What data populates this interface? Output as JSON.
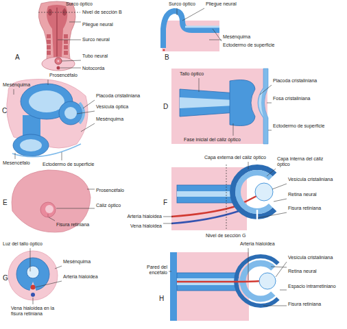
{
  "diagram": {
    "labels": [
      "Surco óptico",
      "Nivel de sección B",
      "Pliegue neural",
      "Surco neural",
      "Tubo neural",
      "Notocorda",
      "A",
      "Surco óptico",
      "Pliegue neural",
      "Mesénquima",
      "Ectodermo de superficie",
      "B",
      "Mesénquima",
      "Prosencéfalo",
      "Placoda cristaliniana",
      "Vesícula óptica",
      "Mesénquima",
      "Mesencéfalo",
      "Ectodermo de superficie",
      "C",
      "Tallo óptico",
      "Placoda cristaliniana",
      "Fosa cristaliniana",
      "Ectodermo de superficie",
      "Fase inicial del cáliz óptico",
      "D",
      "Prosencéfalo",
      "Cáliz óptico",
      "Fisura retiniana",
      "E",
      "Capa externa del cáliz óptico",
      "Capa interna del cáliz óptico",
      "Vesícula cristaliniana",
      "Retina neural",
      "Fisura retiniana",
      "Arteria hialoidea",
      "Vena hialoidea",
      "Nivel de sección G",
      "F",
      "Luz del tallo óptico",
      "Mesénquima",
      "Arteria hialoidea",
      "Vena hialoidea en la fisura retiniana",
      "G",
      "Arteria hialoidea",
      "Vesícula cristaliniana",
      "Retina neural",
      "Pared del encéfalo",
      "Espacio intrarretiniano",
      "Fisura retiniana",
      "H"
    ]
  }
}
